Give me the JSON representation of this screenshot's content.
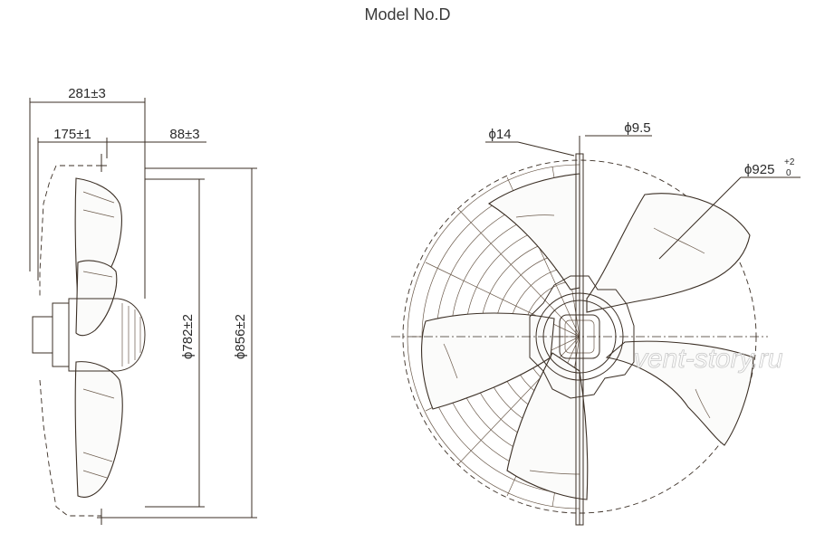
{
  "title": "Model No.D",
  "side_view": {
    "dim_total_depth": "281±3",
    "dim_front_depth": "175±1",
    "dim_rear_depth": "88±3",
    "dim_inner_dia": "ϕ782±2",
    "dim_outer_dia": "ϕ856±2"
  },
  "front_view": {
    "dim_hole_14": "ϕ14",
    "dim_hole_9_5": "ϕ9.5",
    "dim_guard_dia": "ϕ925",
    "dim_guard_tol_upper": "+2",
    "dim_guard_tol_lower": "0"
  },
  "watermark": "vent-story.ru",
  "colors": {
    "line": "#3b2f25",
    "text": "#2b2b2b",
    "watermark": "#c9c9c9"
  }
}
